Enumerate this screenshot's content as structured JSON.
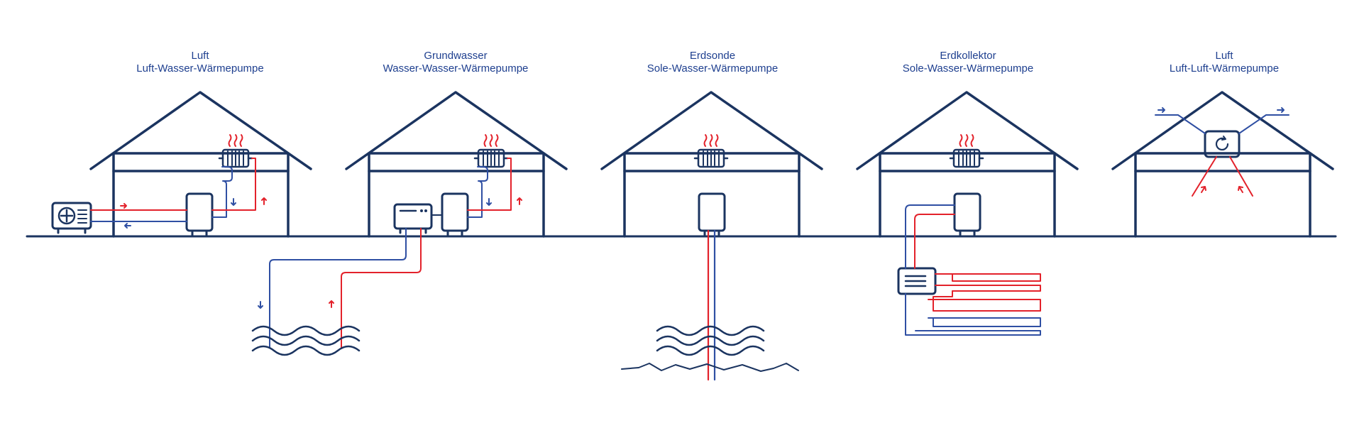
{
  "colors": {
    "navy": "#1b3460",
    "blue": "#2f4fa3",
    "red": "#e3222b",
    "label": "#1e3f8f"
  },
  "systems": [
    {
      "title": "Luft",
      "subtitle": "Luft-Wasser-Wärmepumpe"
    },
    {
      "title": "Grundwasser",
      "subtitle": "Wasser-Wasser-Wärmepumpe"
    },
    {
      "title": "Erdsonde",
      "subtitle": "Sole-Wasser-Wärmepumpe"
    },
    {
      "title": "Erdkollektor",
      "subtitle": "Sole-Wasser-Wärmepumpe"
    },
    {
      "title": "Luft",
      "subtitle": "Luft-Luft-Wärmepumpe"
    }
  ]
}
